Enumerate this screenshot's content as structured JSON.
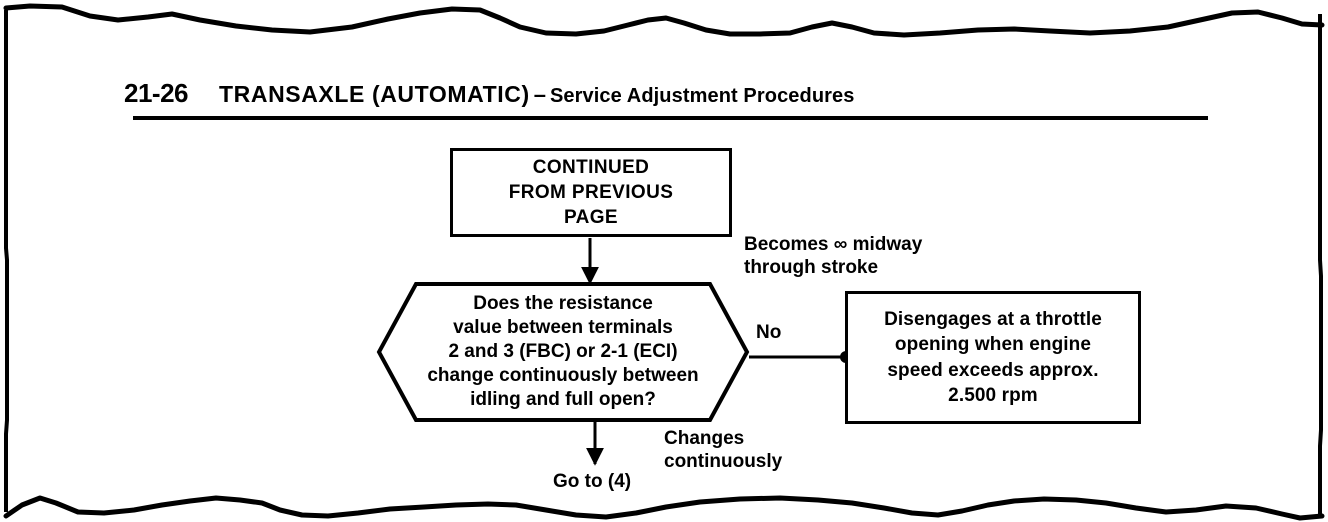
{
  "page": {
    "number": "21-26",
    "title_main": "TRANSAXLE (AUTOMATIC)",
    "title_dash": "–",
    "title_sub": "Service Adjustment Procedures"
  },
  "flowchart": {
    "nodes": {
      "continued": {
        "type": "terminator-box",
        "text": "CONTINUED\nFROM PREVIOUS\nPAGE"
      },
      "decision": {
        "type": "hexagon",
        "text": "Does the resistance\nvalue between terminals\n2 and 3 (FBC) or 2-1 (ECI)\nchange continuously between\nidling and full open?"
      },
      "disengages": {
        "type": "box",
        "text": "Disengages at a throttle\nopening when engine\nspeed exceeds approx.\n2.500 rpm"
      }
    },
    "labels": {
      "becomes_midway": "Becomes ∞ midway\nthrough stroke",
      "no": "No",
      "changes_continuously": "Changes\ncontinuously",
      "go_to": "Go to (4)"
    }
  },
  "colors": {
    "ink": "#000000",
    "paper": "#ffffff"
  }
}
